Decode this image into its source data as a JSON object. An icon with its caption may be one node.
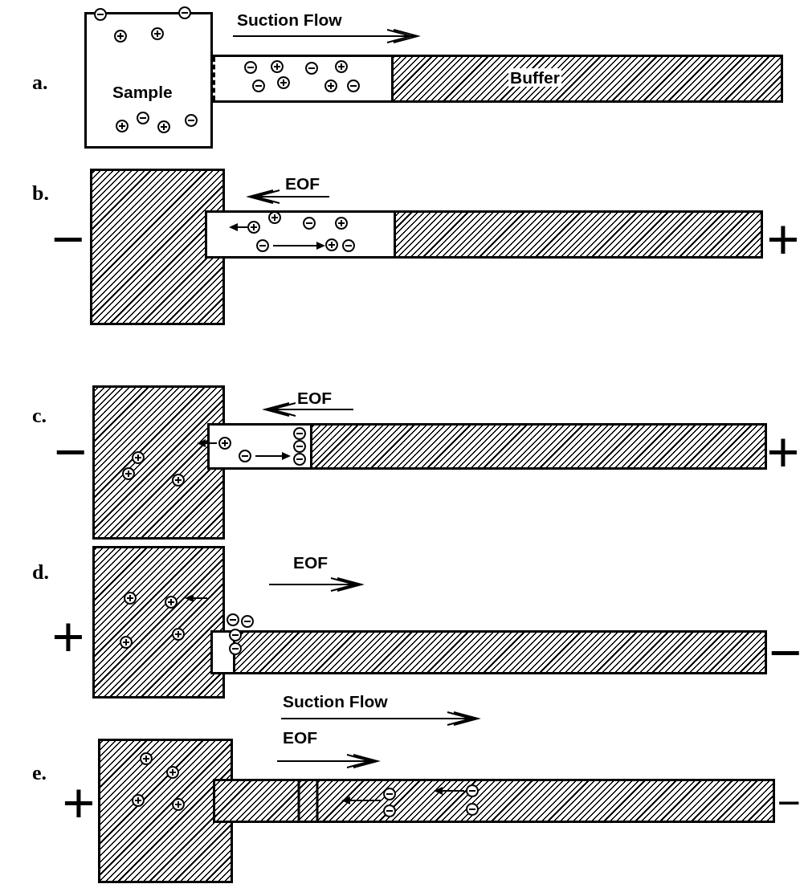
{
  "diagram": {
    "nodes": [
      {
        "text": [
          "Sample"
        ]
      },
      {
        "text": [
          "Buffer"
        ]
      },
      {
        "text": [],
        "shape": "box"
      },
      {
        "text": [],
        "shape": "box"
      },
      {
        "text": [],
        "shape": "box"
      },
      {
        "text": [],
        "shape": "box"
      },
      {
        "text": [],
        "shape": "box"
      },
      {
        "text": [],
        "shape": "box"
      },
      {
        "text": [],
        "shape": "box"
      },
      {
        "text": [],
        "shape": "box"
      }
    ],
    "edges": [],
    "labels": [
      "a.",
      "Suction Flow",
      "b.",
      "EOF",
      "−",
      "+",
      "c.",
      "EOF",
      "−",
      "+",
      "d.",
      "EOF",
      "+",
      "−",
      "e.",
      "Suction Flow",
      "EOF",
      "+",
      "−"
    ]
  }
}
